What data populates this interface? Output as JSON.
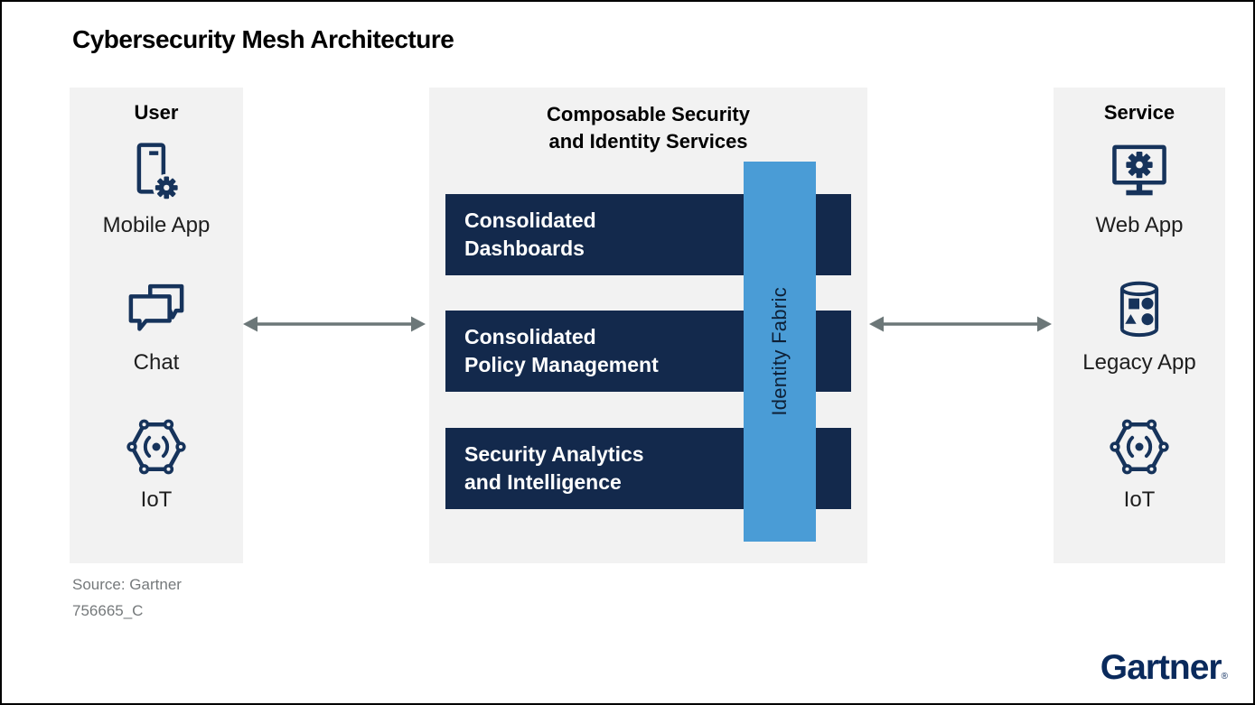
{
  "title": "Cybersecurity Mesh Architecture",
  "user_panel": {
    "header": "User",
    "items": [
      {
        "label": "Mobile App",
        "icon": "mobile-app-icon"
      },
      {
        "label": "Chat",
        "icon": "chat-icon"
      },
      {
        "label": "IoT",
        "icon": "iot-icon"
      }
    ]
  },
  "services_panel": {
    "header_lines": [
      "Composable Security",
      "and Identity Services"
    ],
    "bars": [
      {
        "lines": [
          "Consolidated",
          "Dashboards"
        ]
      },
      {
        "lines": [
          "Consolidated",
          "Policy Management"
        ]
      },
      {
        "lines": [
          "Security Analytics",
          "and Intelligence"
        ]
      }
    ],
    "identity_fabric_label": "Identity Fabric"
  },
  "service_panel": {
    "header": "Service",
    "items": [
      {
        "label": "Web App",
        "icon": "web-app-icon"
      },
      {
        "label": "Legacy App",
        "icon": "legacy-app-icon"
      },
      {
        "label": "IoT",
        "icon": "iot-icon"
      }
    ]
  },
  "footer": {
    "source": "Source: Gartner",
    "document_id": "756665_C"
  },
  "branding": {
    "logo_text": "Gartner",
    "registered_mark": "®"
  },
  "colors": {
    "navy_bar": "#13294C",
    "icon_navy": "#16335B",
    "identity_fabric_blue": "#4A9CD6",
    "panel_gray": "#F2F2F2",
    "arrow_gray": "#6C7778",
    "source_gray": "#75797B",
    "logo_navy": "#0A2A5C"
  }
}
